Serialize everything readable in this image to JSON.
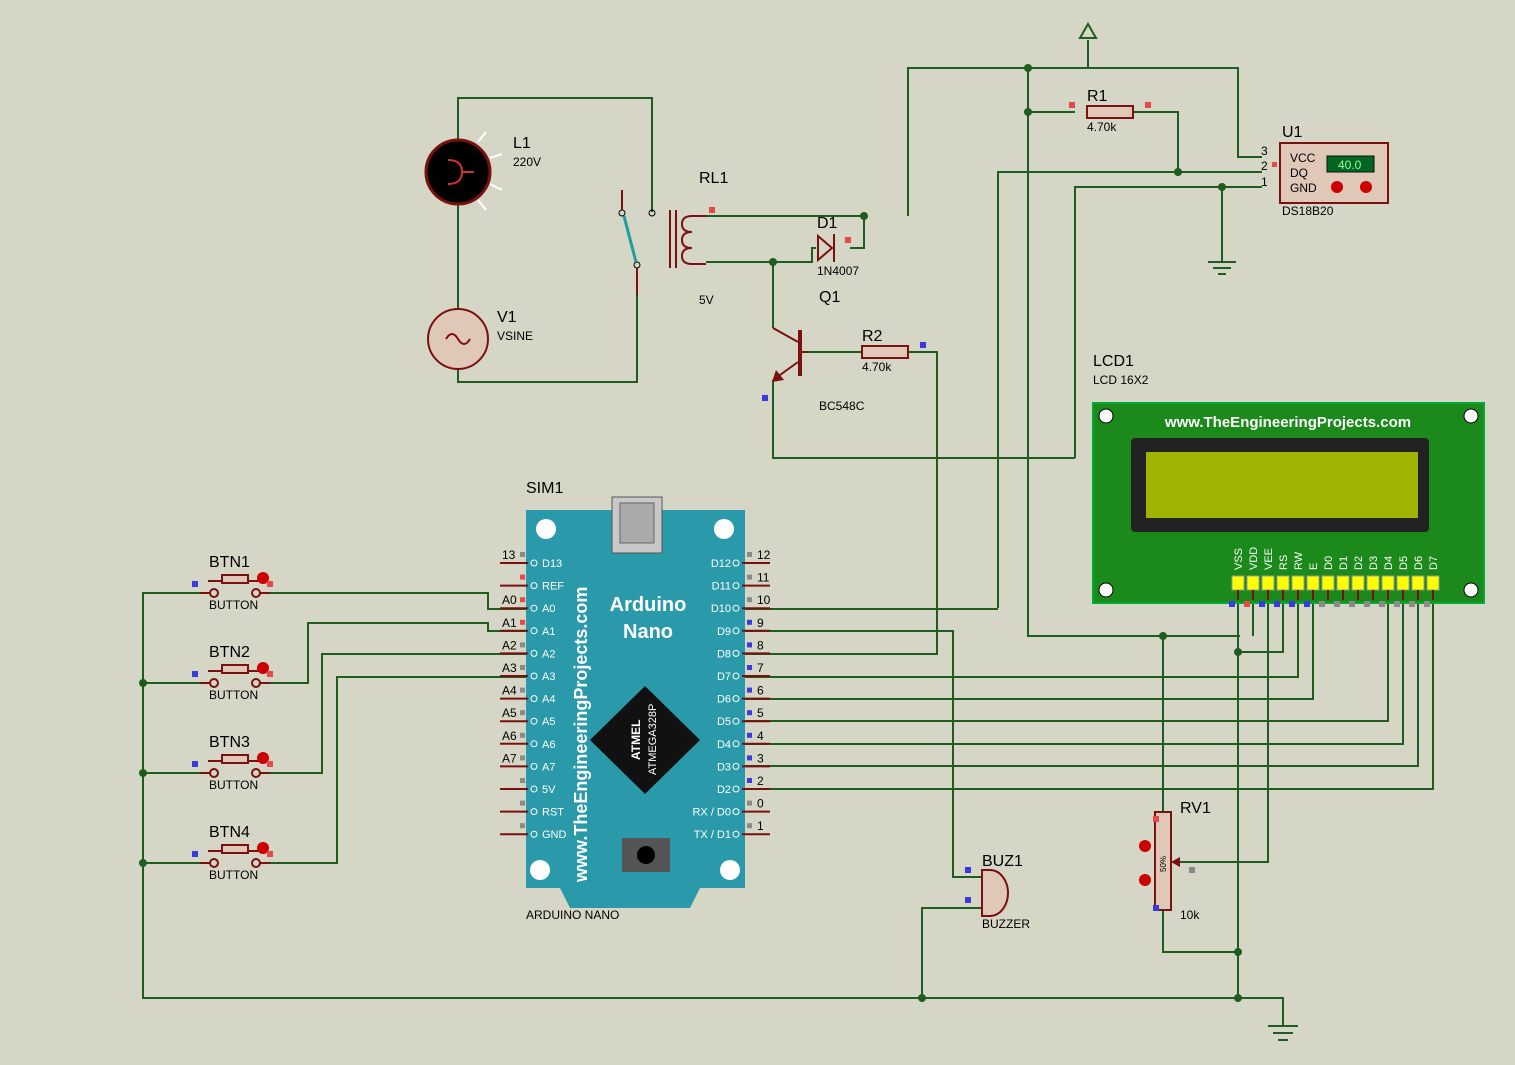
{
  "components": {
    "l1": {
      "ref": "L1",
      "value": "220V"
    },
    "v1": {
      "ref": "V1",
      "value": "VSINE"
    },
    "rl1": {
      "ref": "RL1",
      "value": "5V"
    },
    "d1": {
      "ref": "D1",
      "value": "1N4007"
    },
    "q1": {
      "ref": "Q1",
      "value": "BC548C"
    },
    "r1": {
      "ref": "R1",
      "value": "4.70k"
    },
    "r2": {
      "ref": "R2",
      "value": "4.70k"
    },
    "u1": {
      "ref": "U1",
      "value": "DS18B20",
      "pin_vcc": "VCC",
      "pin_dq": "DQ",
      "pin_gnd": "GND",
      "pin3": "3",
      "pin2": "2",
      "pin1": "1",
      "temp": "40.0"
    },
    "lcd1": {
      "ref": "LCD1",
      "value": "LCD 16X2",
      "banner": "www.TheEngineeringProjects.com",
      "pins": [
        "VSS",
        "VDD",
        "VEE",
        "RS",
        "RW",
        "E",
        "D0",
        "D1",
        "D2",
        "D3",
        "D4",
        "D5",
        "D6",
        "D7"
      ]
    },
    "sim1": {
      "ref": "SIM1",
      "value": "ARDUINO NANO",
      "title1": "Arduino",
      "title2": "Nano",
      "brand": "www.TheEngineeringProjects.com",
      "chip1": "ATMEL",
      "chip2": "ATMEGA328P",
      "left_pins": [
        "D13",
        "REF",
        "A0",
        "A1",
        "A2",
        "A3",
        "A4",
        "A5",
        "A6",
        "A7",
        "5V",
        "RST",
        "GND"
      ],
      "left_nums": [
        "13",
        "",
        "A0",
        "A1",
        "A2",
        "A3",
        "A4",
        "A5",
        "A6",
        "A7",
        "",
        "",
        ""
      ],
      "right_pins": [
        "D12",
        "D11",
        "D10",
        "D9",
        "D8",
        "D7",
        "D6",
        "D5",
        "D4",
        "D3",
        "D2",
        "RX / D0",
        "TX / D1"
      ],
      "right_nums": [
        "12",
        "11",
        "10",
        "9",
        "8",
        "7",
        "6",
        "5",
        "4",
        "3",
        "2",
        "0",
        "1"
      ]
    },
    "btn1": {
      "ref": "BTN1",
      "value": "BUTTON"
    },
    "btn2": {
      "ref": "BTN2",
      "value": "BUTTON"
    },
    "btn3": {
      "ref": "BTN3",
      "value": "BUTTON"
    },
    "btn4": {
      "ref": "BTN4",
      "value": "BUTTON"
    },
    "buz1": {
      "ref": "BUZ1",
      "value": "BUZZER"
    },
    "rv1": {
      "ref": "RV1",
      "value": "10k",
      "pct": "50%"
    }
  }
}
